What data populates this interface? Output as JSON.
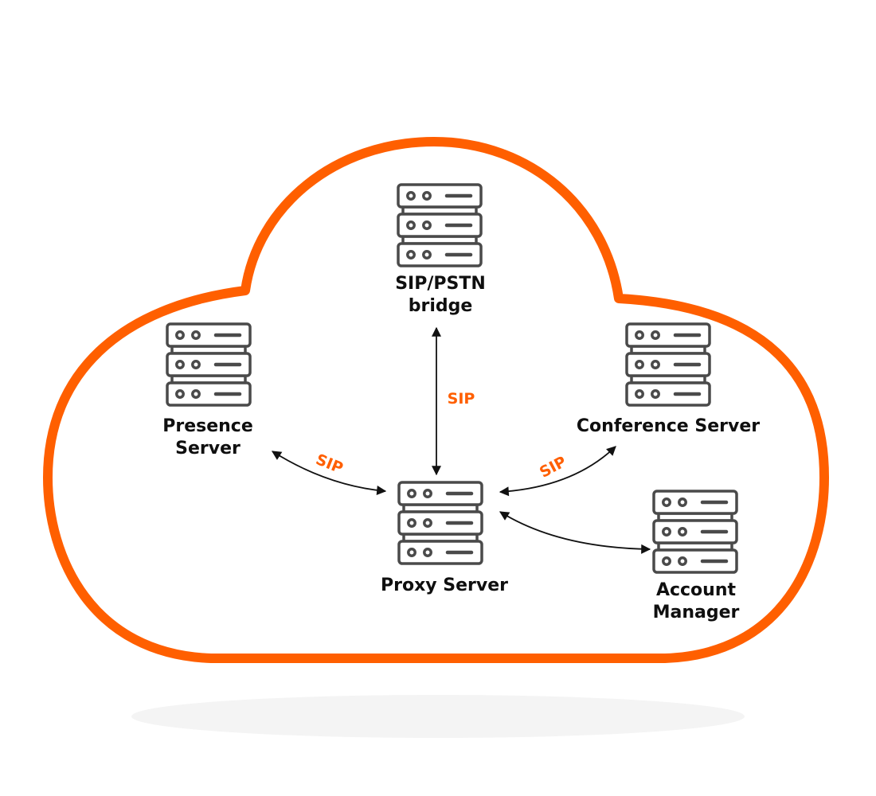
{
  "diagram": {
    "colors": {
      "cloud": "#ff5f00",
      "sip_label": "#ff5f00",
      "server_icon": "#4a4a4a",
      "text": "#0f0f0f",
      "shadow": "#f4f4f4"
    },
    "nodes": [
      {
        "id": "sip-pstn-bridge",
        "label_lines": [
          "SIP/PSTN",
          "bridge"
        ],
        "icon": "server-rack-icon"
      },
      {
        "id": "presence-server",
        "label_lines": [
          "Presence",
          "Server"
        ],
        "icon": "server-rack-icon"
      },
      {
        "id": "conference-server",
        "label_lines": [
          "Conference Server"
        ],
        "icon": "server-rack-icon"
      },
      {
        "id": "proxy-server",
        "label_lines": [
          "Proxy Server"
        ],
        "icon": "server-rack-icon"
      },
      {
        "id": "account-manager",
        "label_lines": [
          "Account",
          "Manager"
        ],
        "icon": "server-rack-icon"
      }
    ],
    "edges": [
      {
        "from": "proxy-server",
        "to": "sip-pstn-bridge",
        "label": "SIP",
        "bidirectional": true
      },
      {
        "from": "proxy-server",
        "to": "presence-server",
        "label": "SIP",
        "bidirectional": true
      },
      {
        "from": "proxy-server",
        "to": "conference-server",
        "label": "SIP",
        "bidirectional": true
      },
      {
        "from": "proxy-server",
        "to": "account-manager",
        "label": "",
        "bidirectional": true
      }
    ],
    "container": {
      "shape": "cloud-outline"
    }
  }
}
